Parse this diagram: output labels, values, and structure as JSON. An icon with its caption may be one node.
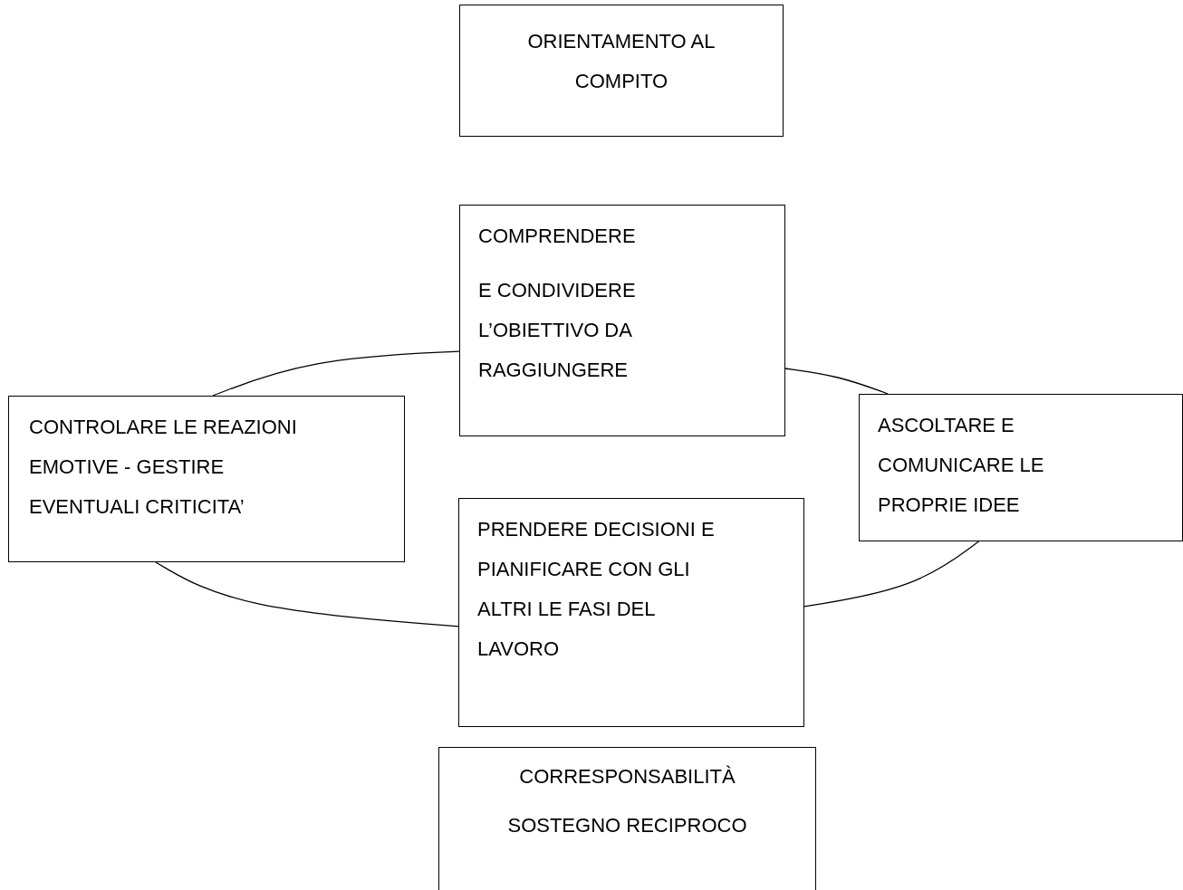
{
  "diagram": {
    "nodes": [
      {
        "text": [
          "ORIENTAMENTO AL COMPITO"
        ]
      },
      {
        "text": [
          "COMPRENDERE",
          "E CONDIVIDERE L’OBIETTIVO DA RAGGIUNGERE"
        ]
      },
      {
        "text": [
          "CONTROLARE LE REAZIONI EMOTIVE - GESTIRE EVENTUALI CRITICITA’"
        ]
      },
      {
        "text": [
          "ASCOLTARE E COMUNICARE LE PROPRIE IDEE"
        ]
      },
      {
        "text": [
          "PRENDERE DECISIONI E PIANIFICARE CON GLI ALTRI LE FASI DEL LAVORO"
        ]
      },
      {
        "text": [
          "CORRESPONSABILITÀ",
          "SOSTEGNO RECIPROCO"
        ]
      }
    ],
    "edges": [
      {
        "from": 1,
        "to": 3,
        "arrow": "none"
      },
      {
        "from": 3,
        "to": 4,
        "arrow": "none"
      },
      {
        "from": 4,
        "to": 2,
        "arrow": "none"
      },
      {
        "from": 2,
        "to": 1,
        "arrow": "none"
      }
    ]
  }
}
